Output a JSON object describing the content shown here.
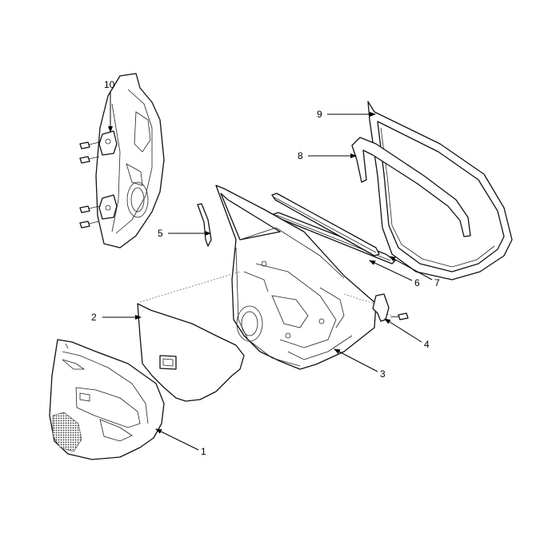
{
  "diagram": {
    "callouts": [
      {
        "id": "1",
        "label": "1"
      },
      {
        "id": "2",
        "label": "2"
      },
      {
        "id": "3",
        "label": "3"
      },
      {
        "id": "4",
        "label": "4"
      },
      {
        "id": "5",
        "label": "5"
      },
      {
        "id": "6",
        "label": "6"
      },
      {
        "id": "7",
        "label": "7"
      },
      {
        "id": "8",
        "label": "8"
      },
      {
        "id": "9",
        "label": "9"
      },
      {
        "id": "10",
        "label": "10"
      }
    ],
    "colors": {
      "line": "#111111",
      "background": "#ffffff",
      "mesh": "#bbbbbb"
    }
  }
}
